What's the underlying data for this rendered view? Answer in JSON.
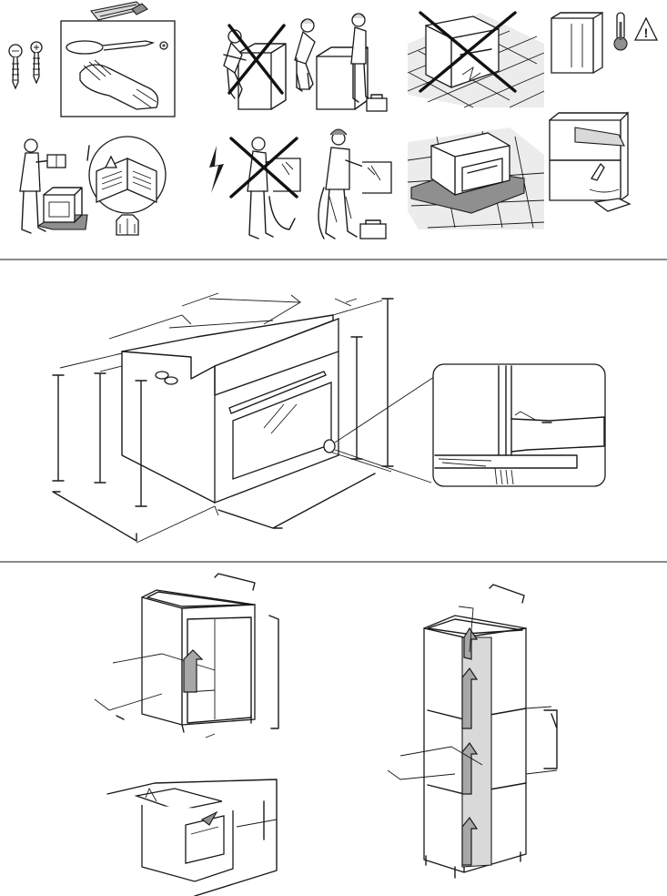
{
  "page": {
    "title": ""
  },
  "sections": [
    {
      "id": "safety-instructions",
      "caption": ""
    },
    {
      "id": "oven-dimensions",
      "caption": ""
    },
    {
      "id": "installation",
      "caption": ""
    }
  ],
  "icons": {
    "warning": "warning-triangle-icon",
    "thermometer": "thermometer-icon",
    "manual": "manual-book-icon",
    "electric": "lightning-bolt-icon"
  },
  "colors": {
    "ink": "#1a1a1a",
    "shade": "#a7a7a7",
    "divider": "#444444"
  },
  "warning_symbol": "!"
}
